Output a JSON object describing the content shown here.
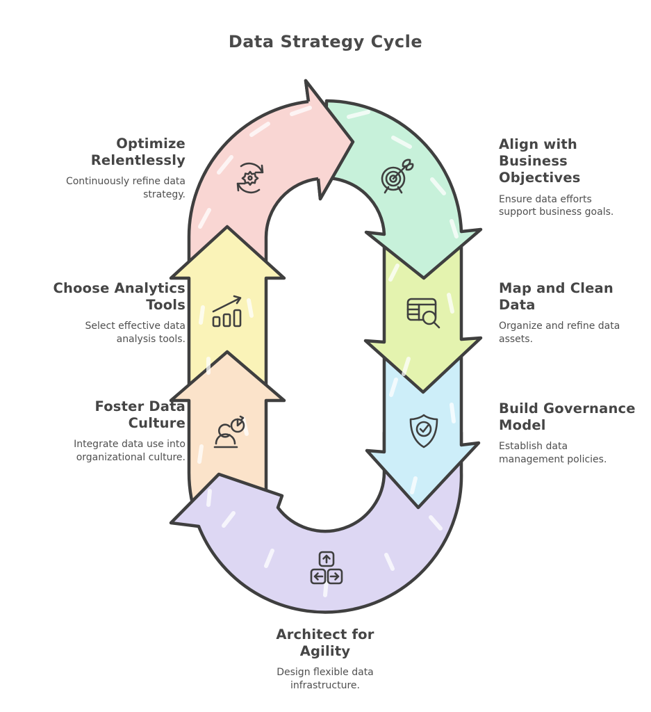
{
  "title": "Data Strategy Cycle",
  "colors": {
    "outline": "#3f3f3f",
    "title_text": "#454545",
    "body_text": "#4f4f4f",
    "background": "#ffffff"
  },
  "steps": [
    {
      "id": "optimize",
      "title": "Optimize Relentlessly",
      "title_lines": [
        "Optimize",
        "Relentlessly"
      ],
      "description": "Continuously refine data strategy.",
      "desc_lines": [
        "Continuously refine data",
        "strategy."
      ],
      "color": "#f9d6d3",
      "icon": "refresh-gear-icon"
    },
    {
      "id": "align",
      "title": "Align with Business Objectives",
      "title_lines": [
        "Align with",
        "Business",
        "Objectives"
      ],
      "description": "Ensure data efforts support business goals.",
      "desc_lines": [
        "Ensure data efforts",
        "support business goals."
      ],
      "color": "#c7f1da",
      "icon": "target-arrow-icon"
    },
    {
      "id": "map",
      "title": "Map and Clean Data",
      "title_lines": [
        "Map and Clean",
        "Data"
      ],
      "description": "Organize and refine data assets.",
      "desc_lines": [
        "Organize and refine data",
        "assets."
      ],
      "color": "#e4f3af",
      "icon": "table-search-icon"
    },
    {
      "id": "govern",
      "title": "Build Governance Model",
      "title_lines": [
        "Build Governance",
        "Model"
      ],
      "description": "Establish data management policies.",
      "desc_lines": [
        "Establish data",
        "management policies."
      ],
      "color": "#cdeef9",
      "icon": "shield-check-icon"
    },
    {
      "id": "architect",
      "title": "Architect for Agility",
      "title_lines": [
        "Architect for",
        "Agility"
      ],
      "description": "Design flexible data infrastructure.",
      "desc_lines": [
        "Design flexible data",
        "infrastructure."
      ],
      "color": "#ddd7f3",
      "icon": "arrow-keys-icon"
    },
    {
      "id": "culture",
      "title": "Foster Data Culture",
      "title_lines": [
        "Foster Data",
        "Culture"
      ],
      "description": "Integrate data use into organizational culture.",
      "desc_lines": [
        "Integrate data use into",
        "organizational culture."
      ],
      "color": "#fbe3ca",
      "icon": "person-chart-icon"
    },
    {
      "id": "tools",
      "title": "Choose Analytics Tools",
      "title_lines": [
        "Choose Analytics",
        "Tools"
      ],
      "description": "Select effective data analysis tools.",
      "desc_lines": [
        "Select effective data",
        "analysis tools."
      ],
      "color": "#faf3b8",
      "icon": "bar-chart-trend-icon"
    }
  ]
}
